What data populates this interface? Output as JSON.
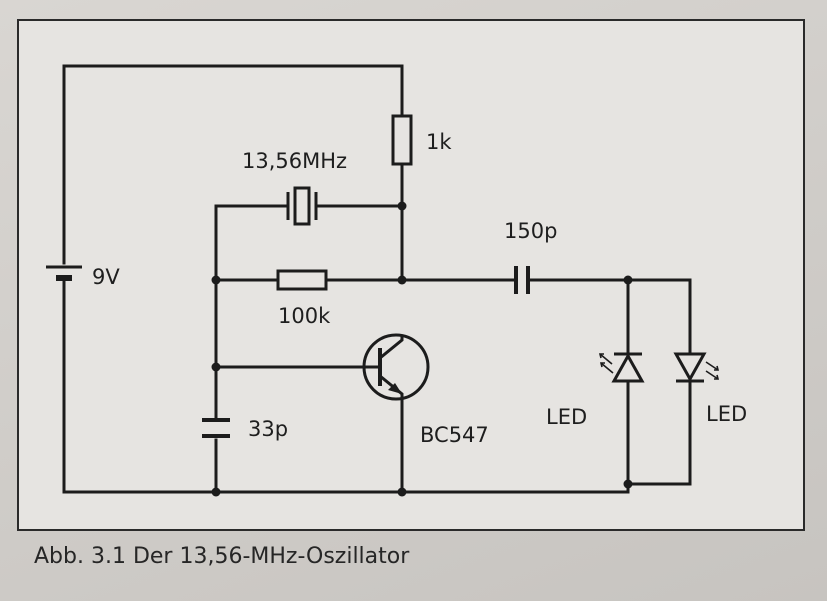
{
  "figure": {
    "caption": "Abb. 3.1 Der 13,56-MHz-Oszillator",
    "labels": {
      "battery": "9V",
      "resistor_collector": "1k",
      "crystal": "13,56MHz",
      "resistor_base": "100k",
      "capacitor_base": "33p",
      "capacitor_output": "150p",
      "transistor": "BC547",
      "led_1": "LED",
      "led_2": "LED"
    }
  },
  "colors": {
    "ink": "#1c1c1c",
    "figure_background": "#e6e4e1",
    "page_background": "#d2cfcb"
  }
}
